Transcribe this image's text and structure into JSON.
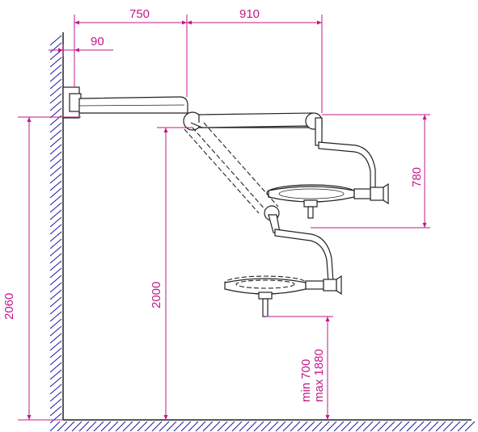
{
  "dimensions": {
    "arm_750": "750",
    "arm_910": "910",
    "wall_offset_90": "90",
    "ceiling_height": "2060",
    "mount_height": "2000",
    "vertical_travel": "780",
    "working_height_min": "min 700",
    "working_height_max": "max 1880"
  },
  "colors": {
    "dimension": "#c2188b",
    "hatch": "#1a1aa0",
    "outline": "#222222"
  }
}
